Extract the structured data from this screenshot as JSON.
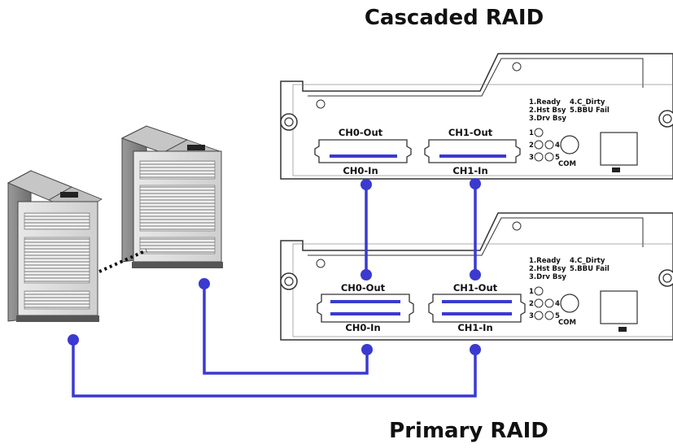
{
  "titles": {
    "top": "Cascaded RAID",
    "bottom": "Primary RAID"
  },
  "cascaded": {
    "out0": "CH0-Out",
    "out1": "CH1-Out",
    "in0": "CH0-In",
    "in1": "CH1-In",
    "led_legend": {
      "l1": "1.Ready",
      "l2": "2.Hst Bsy",
      "l3": "3.Drv Bsy",
      "l4": "4.C_Dirty",
      "l5": "5.BBU Fail"
    },
    "led_numbers": [
      "1",
      "2",
      "3",
      "4",
      "5"
    ],
    "com": "COM"
  },
  "primary": {
    "out0": "CH0-Out",
    "out1": "CH1-Out",
    "in0": "CH0-In",
    "in1": "CH1-In",
    "led_legend": {
      "l1": "1.Ready",
      "l2": "2.Hst Bsy",
      "l3": "3.Drv Bsy",
      "l4": "4.C_Dirty",
      "l5": "5.BBU Fail"
    },
    "led_numbers": [
      "1",
      "2",
      "3",
      "4",
      "5"
    ],
    "com": "COM"
  },
  "colors": {
    "cable": "#3a3ad0",
    "outline": "#333333",
    "panel": "#ffffff"
  }
}
